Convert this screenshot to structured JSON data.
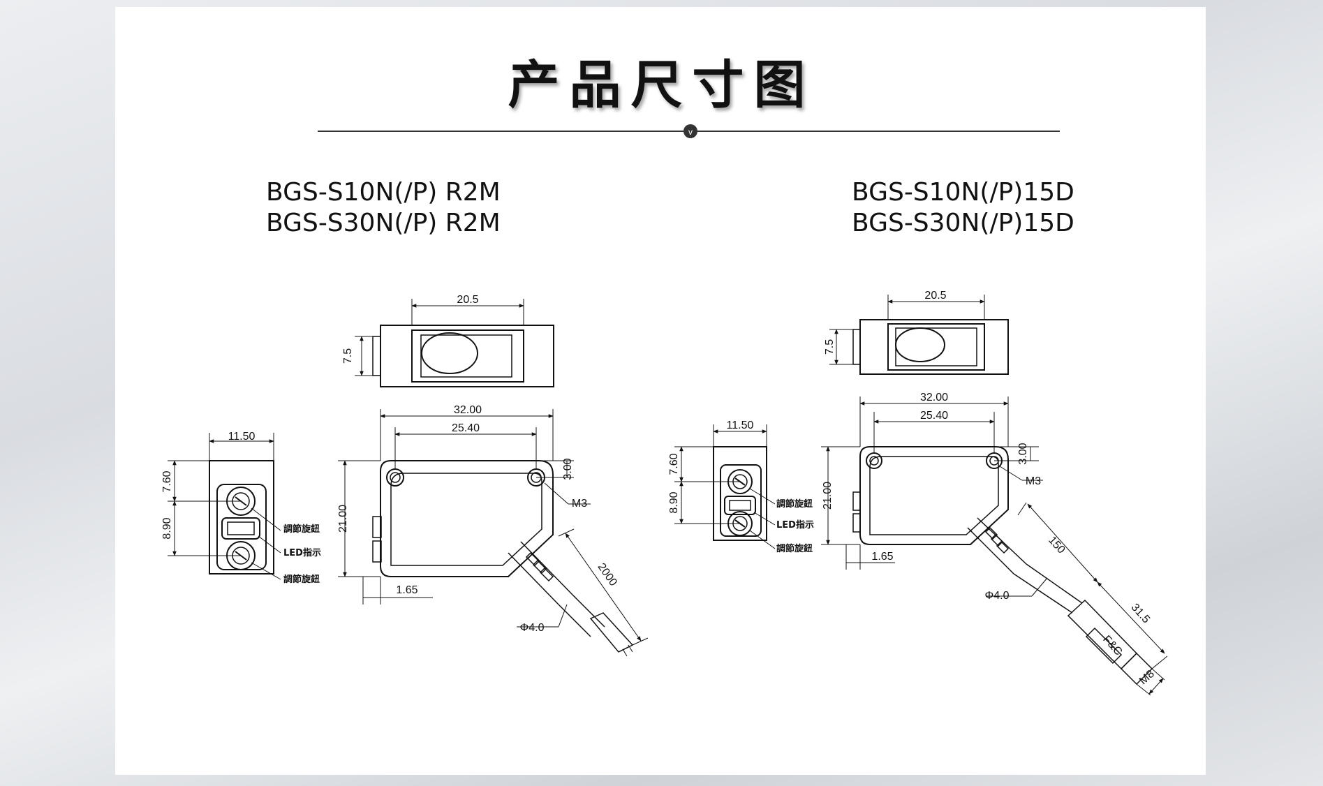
{
  "title": "产品尺寸图",
  "divider_badge": "v",
  "models": {
    "left": [
      "BGS-S10N(/P) R2M",
      "BGS-S30N(/P) R2M"
    ],
    "right": [
      "BGS-S10N(/P)15D",
      "BGS-S30N(/P)15D"
    ]
  },
  "left_drawing": {
    "top_width": "20.5",
    "top_height": "7.5",
    "side_width": "11.50",
    "side_upper": "7.60",
    "side_lower": "8.90",
    "front_total": "32.00",
    "front_holes": "25.40",
    "front_offset": "3.00",
    "front_height": "21.00",
    "front_base": "1.65",
    "hole": "M3",
    "adjust_top": "調節旋鈕",
    "led": "LED指示",
    "adjust_bottom": "調節旋鈕",
    "cable_length": "2000",
    "cable_dia": "Φ4.0"
  },
  "right_drawing": {
    "top_width": "20.5",
    "top_height": "7.5",
    "side_width": "11.50",
    "side_upper": "7.60",
    "side_lower": "8.90",
    "front_total": "32.00",
    "front_holes": "25.40",
    "front_offset": "3.00",
    "front_height": "21.00",
    "front_base": "1.65",
    "hole": "M3",
    "adjust_top": "調節旋鈕",
    "led": "LED指示",
    "adjust_bottom": "調節旋鈕",
    "cable_length": "150",
    "cable_dia": "Φ4.0",
    "connector_length": "31.5",
    "connector_brand": "F&C",
    "connector_thread": "M8"
  }
}
